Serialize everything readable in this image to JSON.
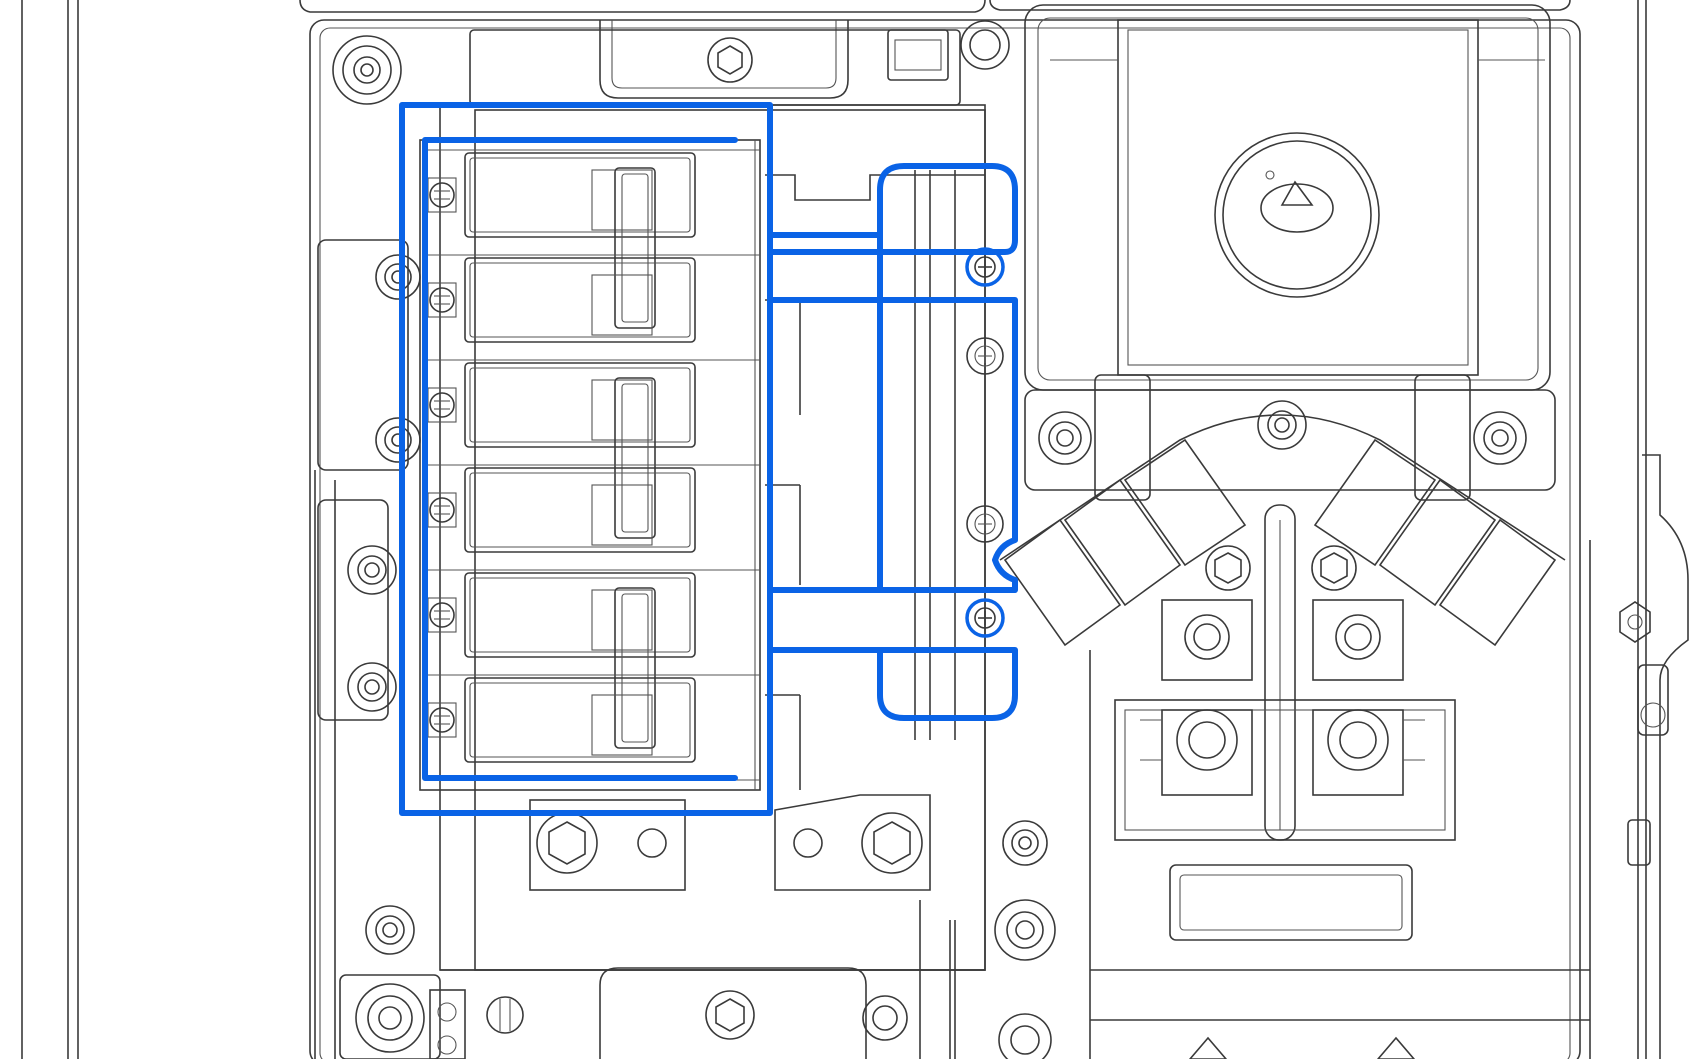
{
  "diagram": {
    "kind": "electrical-panel-line-drawing",
    "highlight_color": "#0a63e6",
    "line_color": "#3a3a3a",
    "background": "#ffffff",
    "breaker_count": 6,
    "highlighted_groups": [
      "breaker-stack",
      "bus-bar-bracket"
    ],
    "icons": [
      "phillips-screw-icon",
      "hex-nut-icon",
      "knob-icon"
    ]
  }
}
